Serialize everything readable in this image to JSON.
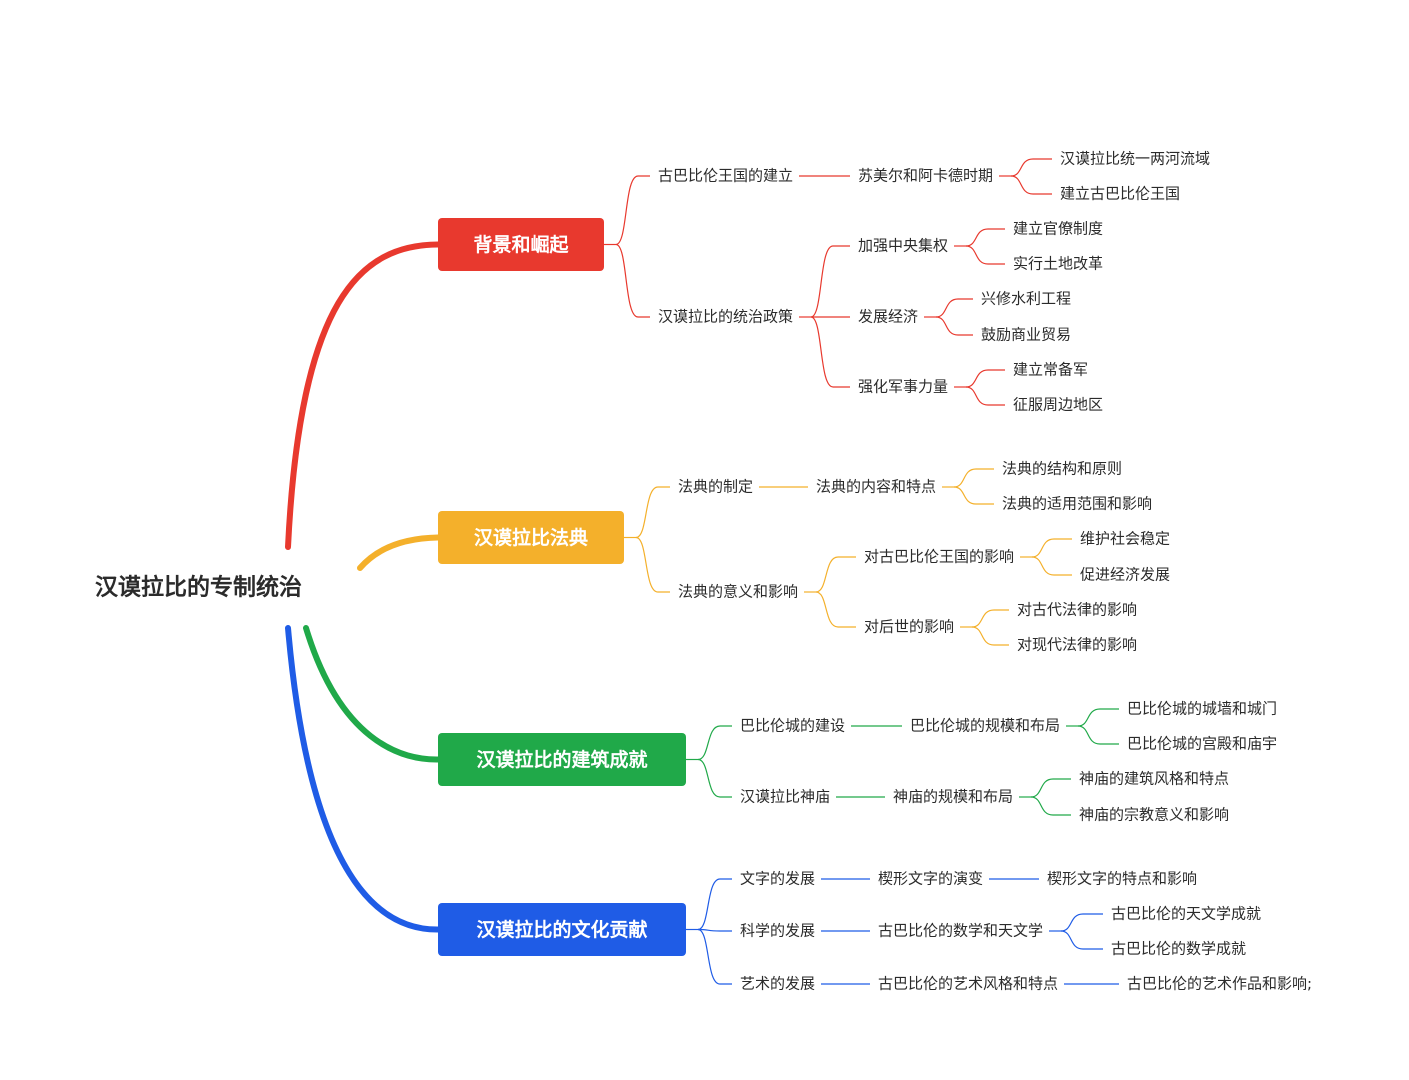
{
  "root": {
    "label": "汉谟拉比的专制统治"
  },
  "branches": [
    {
      "label": "背景和崛起",
      "color": "#e8392e",
      "children": [
        {
          "label": "古巴比伦王国的建立",
          "children": [
            {
              "label": "苏美尔和阿卡德时期",
              "children": [
                {
                  "label": "汉谟拉比统一两河流域"
                },
                {
                  "label": "建立古巴比伦王国"
                }
              ]
            }
          ]
        },
        {
          "label": "汉谟拉比的统治政策",
          "children": [
            {
              "label": "加强中央集权",
              "children": [
                {
                  "label": "建立官僚制度"
                },
                {
                  "label": "实行土地改革"
                }
              ]
            },
            {
              "label": "发展经济",
              "children": [
                {
                  "label": "兴修水利工程"
                },
                {
                  "label": "鼓励商业贸易"
                }
              ]
            },
            {
              "label": "强化军事力量",
              "children": [
                {
                  "label": "建立常备军"
                },
                {
                  "label": "征服周边地区"
                }
              ]
            }
          ]
        }
      ]
    },
    {
      "label": "汉谟拉比法典",
      "color": "#f4b02b",
      "children": [
        {
          "label": "法典的制定",
          "children": [
            {
              "label": "法典的内容和特点",
              "children": [
                {
                  "label": "法典的结构和原则"
                },
                {
                  "label": "法典的适用范围和影响"
                }
              ]
            }
          ]
        },
        {
          "label": "法典的意义和影响",
          "children": [
            {
              "label": "对古巴比伦王国的影响",
              "children": [
                {
                  "label": "维护社会稳定"
                },
                {
                  "label": "促进经济发展"
                }
              ]
            },
            {
              "label": "对后世的影响",
              "children": [
                {
                  "label": "对古代法律的影响"
                },
                {
                  "label": "对现代法律的影响"
                }
              ]
            }
          ]
        }
      ]
    },
    {
      "label": "汉谟拉比的建筑成就",
      "color": "#20a949",
      "children": [
        {
          "label": "巴比伦城的建设",
          "children": [
            {
              "label": "巴比伦城的规模和布局",
              "children": [
                {
                  "label": "巴比伦城的城墙和城门"
                },
                {
                  "label": "巴比伦城的宫殿和庙宇"
                }
              ]
            }
          ]
        },
        {
          "label": "汉谟拉比神庙",
          "children": [
            {
              "label": "神庙的规模和布局",
              "children": [
                {
                  "label": "神庙的建筑风格和特点"
                },
                {
                  "label": "神庙的宗教意义和影响"
                }
              ]
            }
          ]
        }
      ]
    },
    {
      "label": "汉谟拉比的文化贡献",
      "color": "#1f5ce6",
      "children": [
        {
          "label": "文字的发展",
          "children": [
            {
              "label": "楔形文字的演变",
              "children": [
                {
                  "label": "楔形文字的特点和影响"
                }
              ]
            }
          ]
        },
        {
          "label": "科学的发展",
          "children": [
            {
              "label": "古巴比伦的数学和天文学",
              "children": [
                {
                  "label": "古巴比伦的天文学成就"
                },
                {
                  "label": "古巴比伦的数学成就"
                }
              ]
            }
          ]
        },
        {
          "label": "艺术的发展",
          "children": [
            {
              "label": "古巴比伦的艺术风格和特点",
              "children": [
                {
                  "label": "古巴比伦的艺术作品和影响;"
                }
              ]
            }
          ]
        }
      ]
    }
  ]
}
